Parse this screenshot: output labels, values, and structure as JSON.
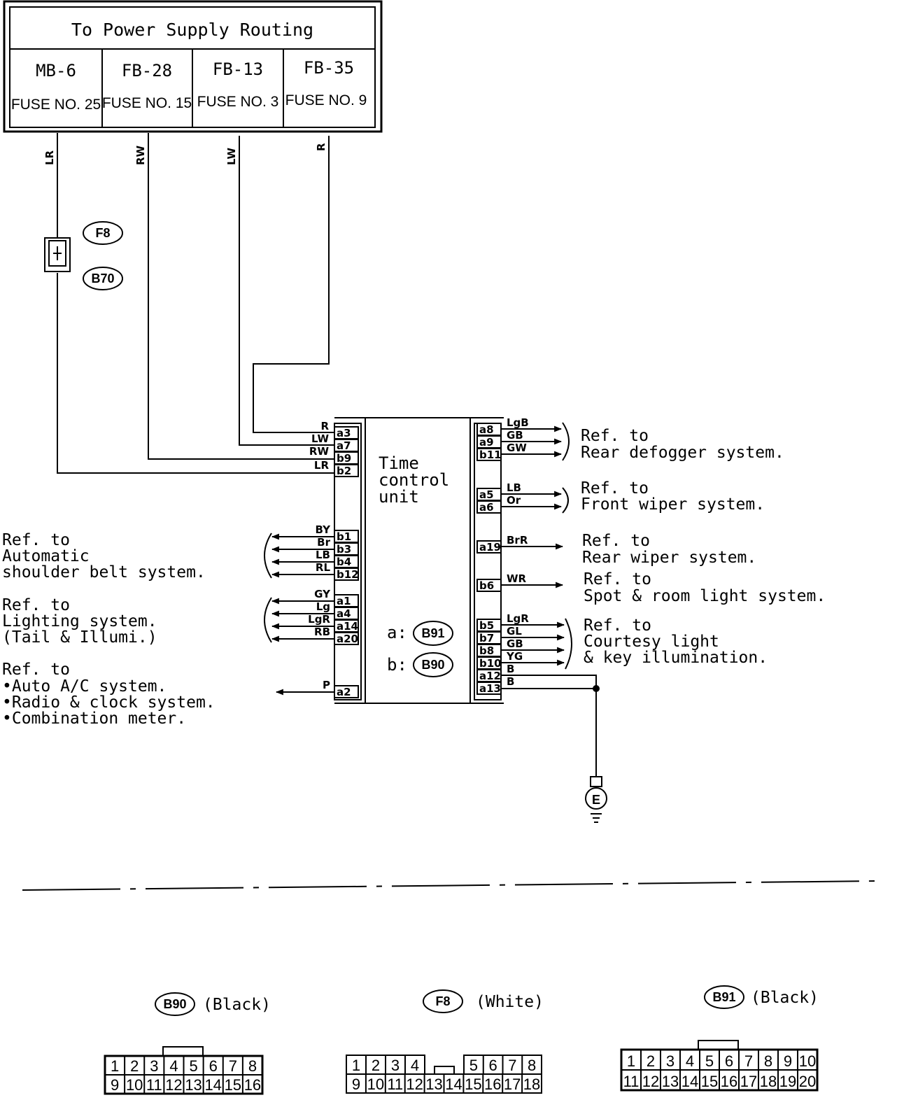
{
  "power_supply": {
    "title": "To Power Supply Routing",
    "columns": [
      {
        "fuse": "MB-6",
        "number": "FUSE NO. 25"
      },
      {
        "fuse": "FB-28",
        "number": "FUSE NO. 15"
      },
      {
        "fuse": "FB-13",
        "number": "FUSE NO. 3"
      },
      {
        "fuse": "FB-35",
        "number": "FUSE NO. 9"
      }
    ]
  },
  "wires": {
    "top": [
      "LR",
      "RW",
      "LW",
      "R"
    ],
    "input_left": [
      "R",
      "LW",
      "RW",
      "LR"
    ],
    "input_pins": [
      "a3",
      "a7",
      "b9",
      "b2"
    ],
    "belt": [
      "BY",
      "Br",
      "LB",
      "RL"
    ],
    "belt_pins": [
      "b1",
      "b3",
      "b4",
      "b12"
    ],
    "light": [
      "GY",
      "Lg",
      "LgR",
      "RB"
    ],
    "light_pins": [
      "a1",
      "a4",
      "a14",
      "a20"
    ],
    "p": "P",
    "p_pin": "a2",
    "defog": [
      "LgB",
      "GB",
      "GW"
    ],
    "defog_pins": [
      "a8",
      "a9",
      "b11"
    ],
    "front": [
      "LB",
      "Or"
    ],
    "front_pins": [
      "a5",
      "a6"
    ],
    "rear": "BrR",
    "rear_pin": "a19",
    "spot": "WR",
    "spot_pin": "b6",
    "court": [
      "LgR",
      "GL",
      "GB",
      "YG",
      "B",
      "B"
    ],
    "court_pins": [
      "b5",
      "b7",
      "b8",
      "b10",
      "a12",
      "a13"
    ]
  },
  "connectors": {
    "f8": "F8",
    "b70": "B70",
    "b90": "B90",
    "b91": "B91",
    "ground": "E"
  },
  "unit": {
    "line1": "Time",
    "line2": "control",
    "line3": "unit",
    "a_label": "a:",
    "b_label": "b:"
  },
  "refs": {
    "defog": [
      "Ref. to",
      "Rear defogger system."
    ],
    "front": [
      "Ref. to",
      "Front wiper system."
    ],
    "rear": [
      "Ref. to",
      "Rear wiper system."
    ],
    "spot": [
      "Ref. to",
      "Spot & room light system."
    ],
    "court": [
      "Ref. to",
      "Courtesy light",
      "& key illumination."
    ],
    "belt": [
      "Ref. to",
      "Automatic",
      "shoulder belt system."
    ],
    "light": [
      "Ref. to",
      "Lighting system.",
      "(Tail & Illumi.)"
    ],
    "misc": [
      "Ref. to",
      "•Auto A/C system.",
      "•Radio & clock system.",
      "•Combination meter."
    ]
  },
  "legend": {
    "b90_color": "(Black)",
    "f8_color": "(White)",
    "b91_color": "(Black)",
    "b90_pins_top": [
      "1",
      "2",
      "3",
      "4",
      "5",
      "6",
      "7",
      "8"
    ],
    "b90_pins_bottom": [
      "9",
      "10",
      "11",
      "12",
      "13",
      "14",
      "15",
      "16"
    ],
    "f8_pins_top_left": [
      "1",
      "2",
      "3",
      "4"
    ],
    "f8_pins_top_right": [
      "5",
      "6",
      "7",
      "8"
    ],
    "f8_pins_bottom": [
      "9",
      "10",
      "11",
      "12",
      "13",
      "14",
      "15",
      "16",
      "17",
      "18"
    ],
    "b91_pins_top": [
      "1",
      "2",
      "3",
      "4",
      "5",
      "6",
      "7",
      "8",
      "9",
      "10"
    ],
    "b91_pins_bottom": [
      "11",
      "12",
      "13",
      "14",
      "15",
      "16",
      "17",
      "18",
      "19",
      "20"
    ]
  }
}
